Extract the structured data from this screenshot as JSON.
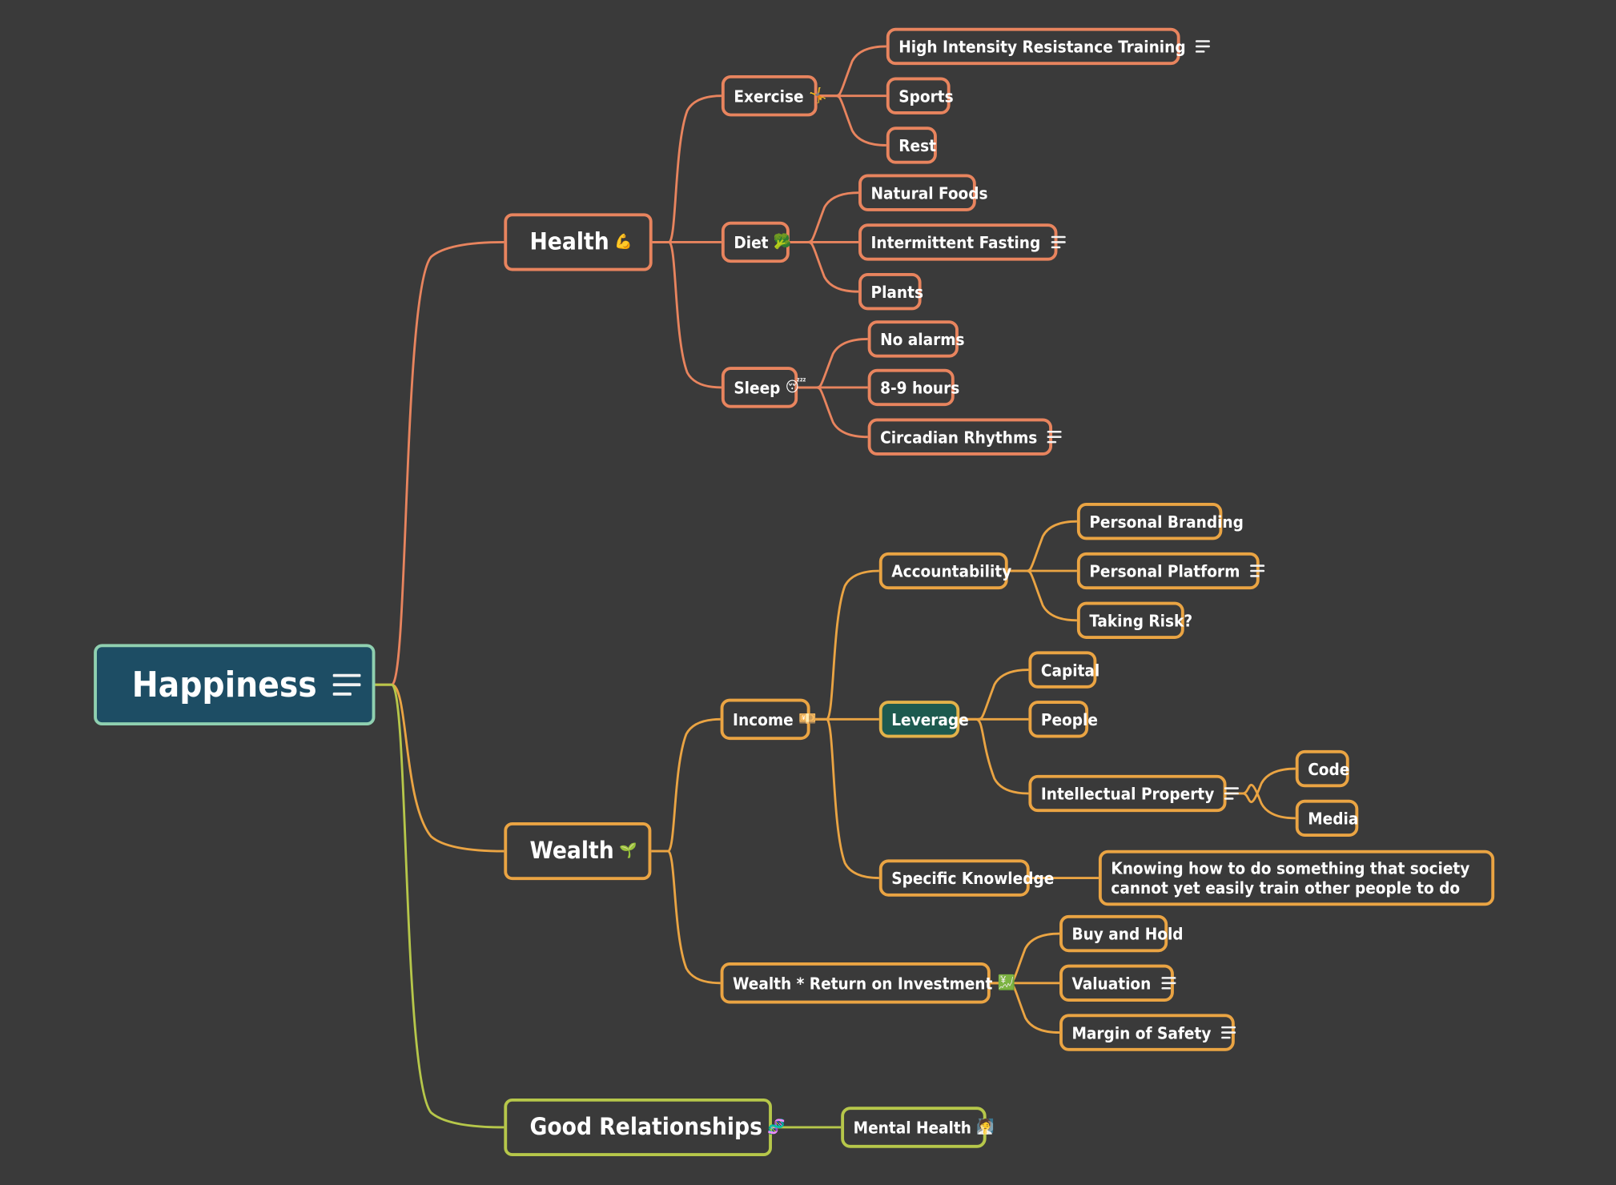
{
  "colors": {
    "background": "#3a3a3a",
    "health_branch": "#e8845e",
    "wealth_branch": "#eaa443",
    "relationships_branch": "#b6c74a",
    "root_fill": "#1d4d64",
    "root_border": "#8fd0b0",
    "leverage_fill": "#1d5a4f"
  },
  "root": {
    "label": "Happiness",
    "icon": "notes-icon"
  },
  "health": {
    "label": "Health",
    "emoji": "💪",
    "exercise": {
      "label": "Exercise",
      "emoji": "🤸",
      "children": [
        "High Intensity Resistance Training",
        "Sports",
        "Rest"
      ]
    },
    "diet": {
      "label": "Diet",
      "emoji": "🥦",
      "children": [
        "Natural Foods",
        "Intermittent Fasting",
        "Plants"
      ]
    },
    "sleep": {
      "label": "Sleep",
      "emoji": "😴",
      "children": [
        "No alarms",
        "8-9 hours",
        "Circadian Rhythms"
      ]
    }
  },
  "wealth": {
    "label": "Wealth",
    "emoji": "🌱",
    "income": {
      "label": "Income",
      "emoji": "💴",
      "accountability": {
        "label": "Accountability",
        "children": [
          "Personal Branding",
          "Personal Platform",
          "Taking Risk?"
        ]
      },
      "leverage": {
        "label": "Leverage",
        "children": [
          "Capital",
          "People",
          "Intellectual Property"
        ],
        "ip_children": [
          "Code",
          "Media"
        ]
      },
      "specific_knowledge": {
        "label": "Specific Knowledge",
        "description": "Knowing how to do something that society cannot yet easily train other people to do"
      }
    },
    "roi": {
      "label": "Wealth * Return on Investment",
      "emoji": "💹",
      "children": [
        "Buy and Hold",
        "Valuation",
        "Margin of Safety"
      ]
    }
  },
  "relationships": {
    "label": "Good Relationships",
    "emoji": "🧬",
    "mental_health": {
      "label": "Mental Health",
      "emoji": "🧖"
    }
  }
}
